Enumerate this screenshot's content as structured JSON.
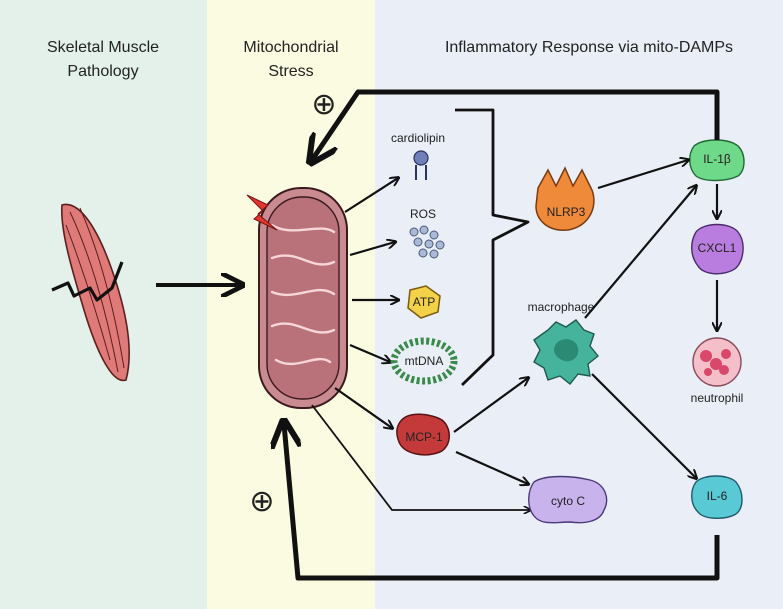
{
  "panels": {
    "left_title": [
      "Skeletal Muscle",
      "Pathology"
    ],
    "middle_title": [
      "Mitochondrial",
      "Stress"
    ],
    "right_title": "Inflammatory Response via mito-DAMPs"
  },
  "labels": {
    "cardiolipin": "cardiolipin",
    "ros": "ROS",
    "atp": "ATP",
    "mtdna": "mtDNA",
    "mcp1": "MCP-1",
    "nlrp3": "NLRP3",
    "macrophage": "macrophage",
    "cytoc": "cyto C",
    "il1b": "IL-1β",
    "cxcl1": "CXCL1",
    "neutrophil": "neutrophil",
    "il6": "IL-6"
  },
  "symbols": {
    "plus_top": "⊕",
    "plus_bottom": "⊕"
  },
  "colors": {
    "panel_left": "#e4f1ea",
    "panel_middle": "#fbfbe2",
    "panel_right": "#e9eef7",
    "mito": "#c98b90",
    "muscle": "#e07a78",
    "atp": "#f3d24a",
    "mtdna": "#3a8a4a",
    "mcp1": "#c43a3a",
    "nlrp3": "#ef8a3a",
    "macrophage": "#46b39c",
    "cytoc": "#c9b3ec",
    "il1b": "#6fd98a",
    "cxcl1": "#b97ddf",
    "neutrophil": "#f4bfc8",
    "il6": "#59c9d6",
    "cardiolipin": "#6f7fb8"
  }
}
